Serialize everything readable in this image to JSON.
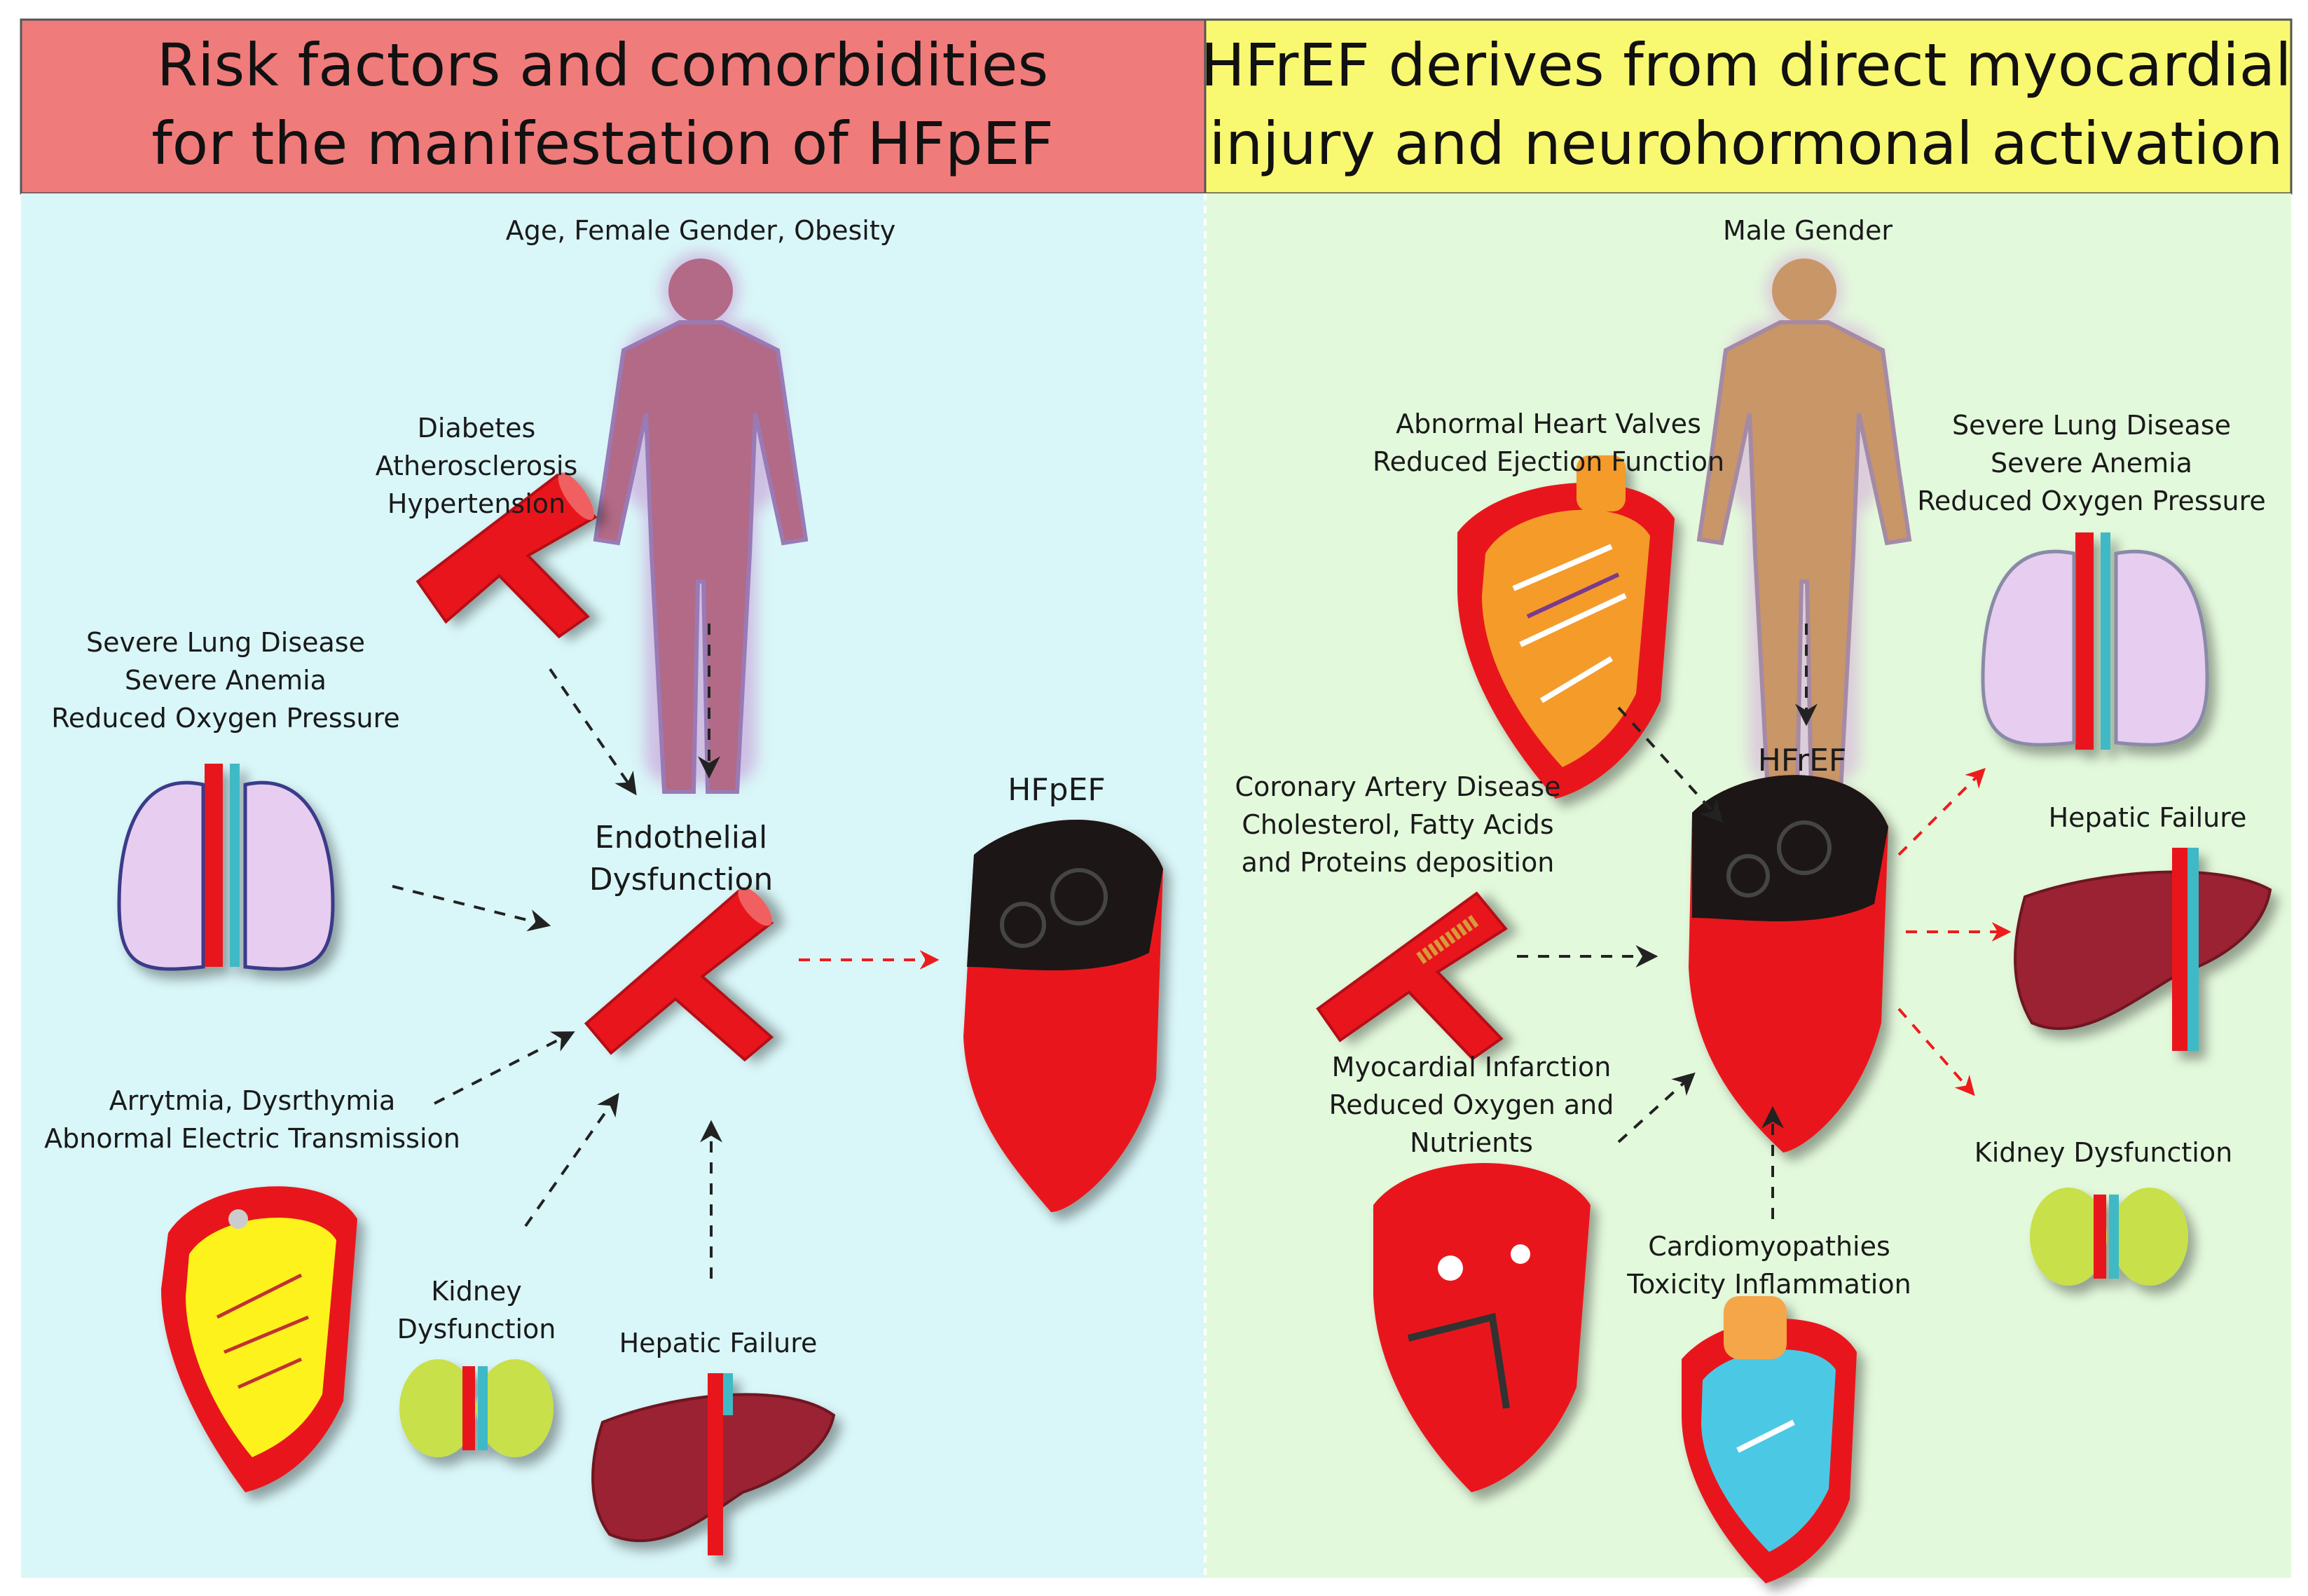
{
  "left_panel": {
    "header_lines": [
      "Risk factors and comorbidities",
      "for the manifestation of HFpEF"
    ],
    "header_color": "#f07b7b",
    "background_color": "#d9f6f8",
    "labels": {
      "age_female_obesity": "Age, Female Gender, Obesity",
      "diabetes": [
        "Diabetes",
        "Atherosclerosis",
        "Hypertension"
      ],
      "lung": [
        "Severe Lung Disease",
        "Severe Anemia",
        "Reduced Oxygen Pressure"
      ],
      "endothelial": [
        "Endothelial",
        "Dysfunction"
      ],
      "hfpef": "HFpEF",
      "arrythmia": [
        "Arrytmia, Dysrthymia",
        "Abnormal Electric Transmission"
      ],
      "kidney": [
        "Kidney",
        "Dysfunction"
      ],
      "hepatic": "Hepatic Failure"
    }
  },
  "right_panel": {
    "header_lines": [
      "HFrEF derives from direct myocardial",
      "injury and neurohormonal activation"
    ],
    "header_color": "#f9f871",
    "background_color": "#e3f9dc",
    "labels": {
      "male": "Male Gender",
      "valves": [
        "Abnormal Heart Valves",
        "Reduced Ejection Function"
      ],
      "lung": [
        "Severe Lung Disease",
        "Severe Anemia",
        "Reduced Oxygen Pressure"
      ],
      "hfref": "HFrEF",
      "coronary": [
        "Coronary Artery Disease",
        "Cholesterol, Fatty Acids",
        "and Proteins deposition"
      ],
      "hepatic": "Hepatic Failure",
      "mi": [
        "Myocardial Infarction",
        "Reduced Oxygen and",
        "Nutrients"
      ],
      "kidney": "Kidney Dysfunction",
      "cardiomyopathies": [
        "Cardiomyopathies",
        "Toxicity Inflammation"
      ]
    }
  },
  "icons": {
    "female_body": "human-body-icon",
    "male_body": "human-body-icon",
    "artery": "blood-vessel-icon",
    "lungs": "lungs-icon",
    "heart": "heart-icon",
    "kidney": "kidney-icon",
    "liver": "liver-icon"
  },
  "colors": {
    "arrow_black": "#222222",
    "arrow_red": "#ee1c1c",
    "organ_red": "#e8141b",
    "liver": "#9b2230",
    "lung": "#e7cdef",
    "kidney": "#c8e04a",
    "female_body": "#b26a86",
    "male_body": "#c99668"
  }
}
